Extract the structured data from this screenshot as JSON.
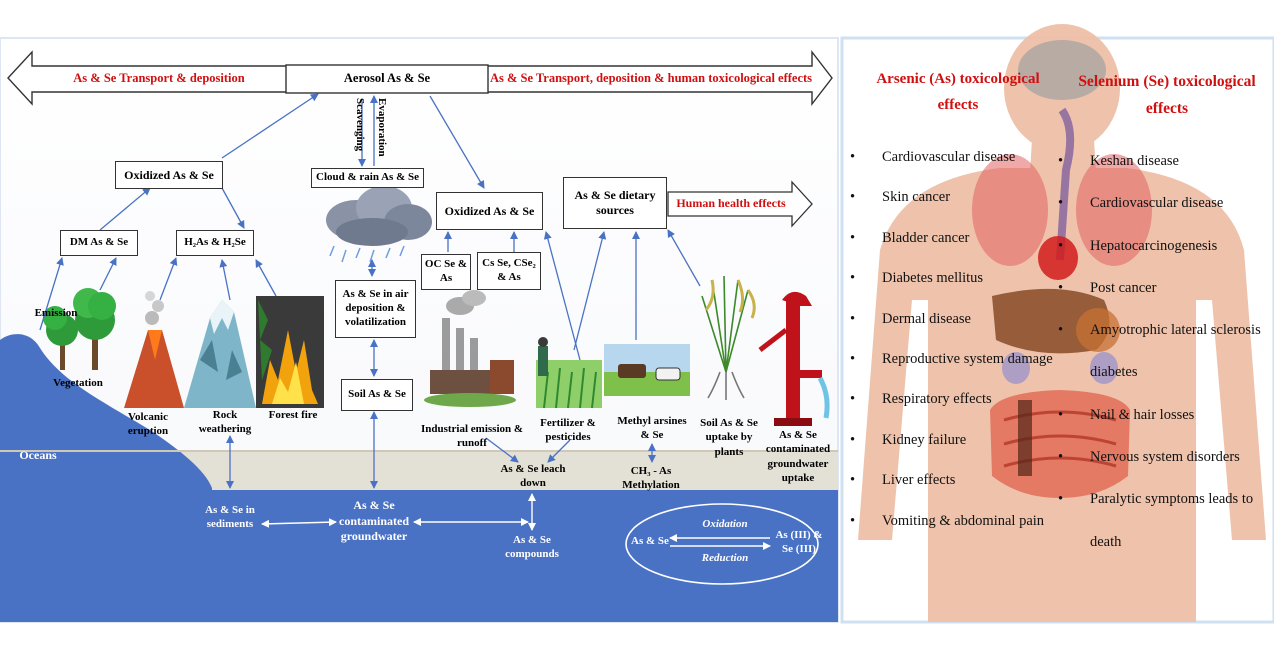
{
  "colors": {
    "water": "#4a72c4",
    "arrow": "#4a72c4",
    "accent_red": "#d01010",
    "body": "#eebfa7",
    "panel_border": "#cfe0f0"
  },
  "transport": {
    "left": "As & Se Transport & deposition",
    "center": "Aerosol As & Se",
    "right": "As & Se Transport, deposition & human toxicological effects"
  },
  "vertical": {
    "scavenging": "Scavenging",
    "evaporation": "Evaporation"
  },
  "boxes": {
    "oxidized_left": "Oxidized As & Se",
    "dm": "DM As & Se",
    "h2": "H₂As & H₂Se",
    "cloud": "Cloud & rain As & Se",
    "air_deposition": "As & Se in air deposition & volatilization",
    "soil": "Soil As & Se",
    "oxidized_mid": "Oxidized As & Se",
    "oc": "OC Se & As",
    "cs": "Cs Se, CSe₂ & As",
    "dietary": "As & Se dietary sources",
    "human_health": "Human health effects"
  },
  "labels": {
    "emission": "Emission",
    "vegetation": "Vegetation",
    "volcanic": "Volcanic eruption",
    "rock": "Rock weathering",
    "forest": "Forest fire",
    "industrial": "Industrial emission & runoff",
    "fertilizer": "Fertilizer & pesticides",
    "methyl": "Methyl arsines & Se",
    "soil_uptake": "Soil As & Se uptake by plants",
    "groundwater_uptake": "As & Se contaminated groundwater uptake",
    "oceans": "Oceans",
    "leach": "As & Se leach down",
    "methylation": "CH₃ - As Methylation",
    "sediments": "As & Se in sediments",
    "groundwater": "As & Se contaminated groundwater",
    "compounds": "As & Se compounds",
    "oxidation": "Oxidation",
    "reduction": "Reduction",
    "ase": "As & Se",
    "as3": "As (III) & Se (III)"
  },
  "effects": {
    "arsenic_title": "Arsenic (As) toxicological effects",
    "selenium_title": "Selenium (Se) toxicological effects",
    "arsenic": [
      "Cardiovascular disease",
      "Skin cancer",
      "Bladder cancer",
      "Diabetes mellitus",
      "Dermal disease",
      "Reproductive system damage",
      "Respiratory effects",
      "Kidney failure",
      "Liver effects",
      "Vomiting & abdominal pain"
    ],
    "selenium": [
      "Keshan disease",
      "Cardiovascular disease",
      "Hepatocarcinogenesis",
      "Post cancer",
      "Amyotrophic lateral sclerosis diabetes",
      "Nail & hair losses",
      "Nervous system disorders",
      "Paralytic symptoms leads to death"
    ]
  }
}
